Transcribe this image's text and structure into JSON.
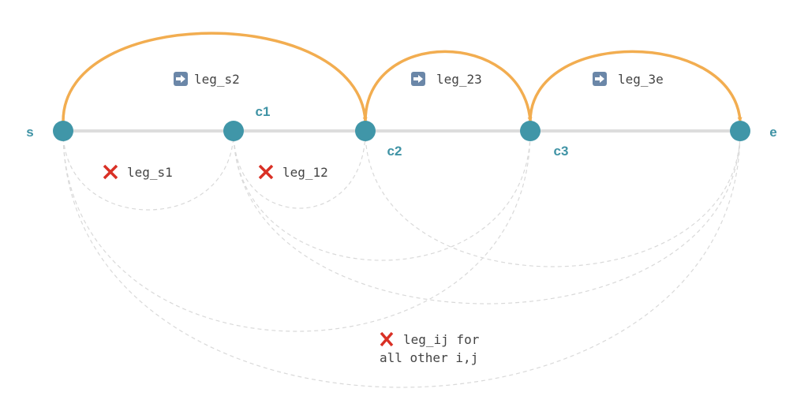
{
  "colors": {
    "node": "#4096a8",
    "baseline": "#dddddd",
    "selected_edge": "#f2ad50",
    "rejected_edge": "#d9d9d9",
    "reject_mark": "#d93025",
    "arrow_badge": "#6b87a8"
  },
  "nodes": [
    {
      "id": "s",
      "label": "s"
    },
    {
      "id": "c1",
      "label": "c1"
    },
    {
      "id": "c2",
      "label": "c2"
    },
    {
      "id": "c3",
      "label": "c3"
    },
    {
      "id": "e",
      "label": "e"
    }
  ],
  "selected_legs": [
    {
      "from": "s",
      "to": "c2",
      "label": "leg_s2",
      "icon": "right-arrow-icon"
    },
    {
      "from": "c2",
      "to": "c3",
      "label": "leg_23",
      "icon": "right-arrow-icon"
    },
    {
      "from": "c3",
      "to": "e",
      "label": "leg_3e",
      "icon": "right-arrow-icon"
    }
  ],
  "rejected_legs": [
    {
      "from": "s",
      "to": "c1",
      "label": "leg_s1",
      "icon": "cross-icon"
    },
    {
      "from": "c1",
      "to": "c2",
      "label": "leg_12",
      "icon": "cross-icon"
    },
    {
      "from": "s",
      "to": "c3"
    },
    {
      "from": "s",
      "to": "e"
    },
    {
      "from": "c1",
      "to": "c3"
    },
    {
      "from": "c1",
      "to": "e"
    },
    {
      "from": "c2",
      "to": "e"
    }
  ],
  "other_note": {
    "line1": "leg_ij for",
    "line2": "all other i,j",
    "icon": "cross-icon"
  }
}
